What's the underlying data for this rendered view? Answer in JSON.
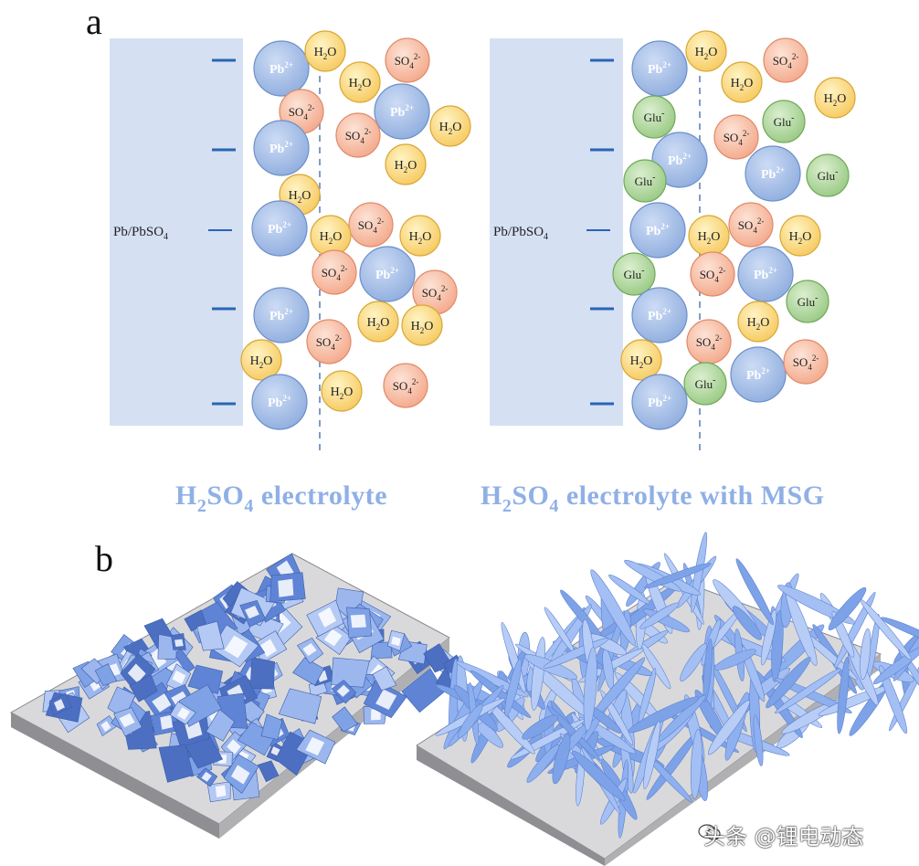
{
  "panel_a_letter": "a",
  "panel_b_letter": "b",
  "electrode_label": "Pb/PbSO",
  "electrode_label_sub": "4",
  "ions": {
    "pb": "Pb",
    "pb_sup": "2+",
    "h2o_h": "H",
    "h2o_sub": "2",
    "h2o_o": "O",
    "so4_so": "SO",
    "so4_sub": "4",
    "so4_sup": "2-",
    "glu": "Glu",
    "glu_sup": "-"
  },
  "titles": {
    "left_h": "H",
    "left_h_sub": "2",
    "left_so": "SO",
    "left_so_sub": "4",
    "left_rest": " electrolyte",
    "right_h": "H",
    "right_h_sub": "2",
    "right_so": "SO",
    "right_so_sub": "4",
    "right_rest": " electrolyte with MSG"
  },
  "watermark": "头条 @锂电动态",
  "colors": {
    "electrode": "#d8e2f3",
    "pb_fill": "#a9c2ea",
    "h2o_fill": "#ffe08a",
    "so4_fill": "#f9c2ab",
    "glu_fill": "#b8dca4",
    "dash": "#7f9cc9",
    "title": "#8fb0e6"
  }
}
